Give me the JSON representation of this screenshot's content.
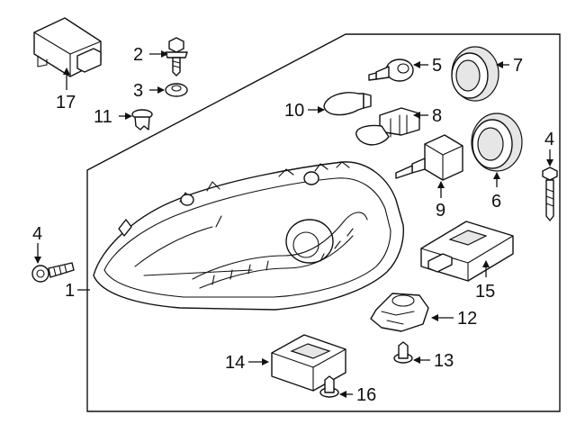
{
  "callouts": {
    "c1": "1",
    "c2": "2",
    "c3": "3",
    "c4_left": "4",
    "c4_right": "4",
    "c5": "5",
    "c6": "6",
    "c7": "7",
    "c8": "8",
    "c9": "9",
    "c10": "10",
    "c11": "11",
    "c12": "12",
    "c13": "13",
    "c14": "14",
    "c15": "15",
    "c16": "16",
    "c17": "17"
  }
}
